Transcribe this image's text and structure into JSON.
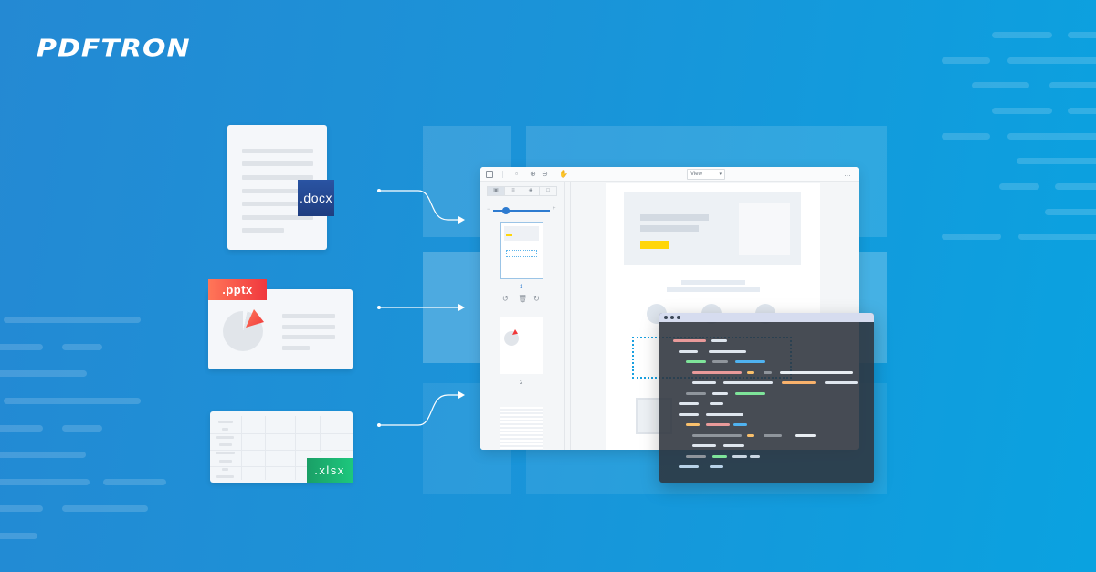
{
  "brand": {
    "logo": "PDFTRON"
  },
  "colors": {
    "background_start": "#2489d3",
    "background_end": "#0aa2e0",
    "docx_badge": "#24468f",
    "pptx_badge": "#f24b45",
    "xlsx_badge": "#1aa66a",
    "accent": "#2d7bd0",
    "highlight_yellow": "#ffd60a",
    "code_bg": "#2f353d"
  },
  "files": [
    {
      "type": "docx",
      "badge": ".docx"
    },
    {
      "type": "pptx",
      "badge": ".pptx"
    },
    {
      "type": "xlsx",
      "badge": ".xlsx"
    }
  ],
  "viewer": {
    "toolbar": {
      "view_select": "View",
      "more": "…",
      "icons": [
        "panel-toggle-icon",
        "document-icon",
        "zoom-in-icon",
        "zoom-out-icon",
        "pan-hand-icon"
      ]
    },
    "sidebar": {
      "tabs": [
        "thumbnails-tab",
        "outline-tab",
        "layers-tab",
        "bookmarks-tab"
      ],
      "thumbnails": [
        {
          "page": "1"
        },
        {
          "page": "2"
        }
      ],
      "thumb_actions": [
        "rotate-left-icon",
        "delete-icon",
        "rotate-right-icon"
      ]
    }
  }
}
